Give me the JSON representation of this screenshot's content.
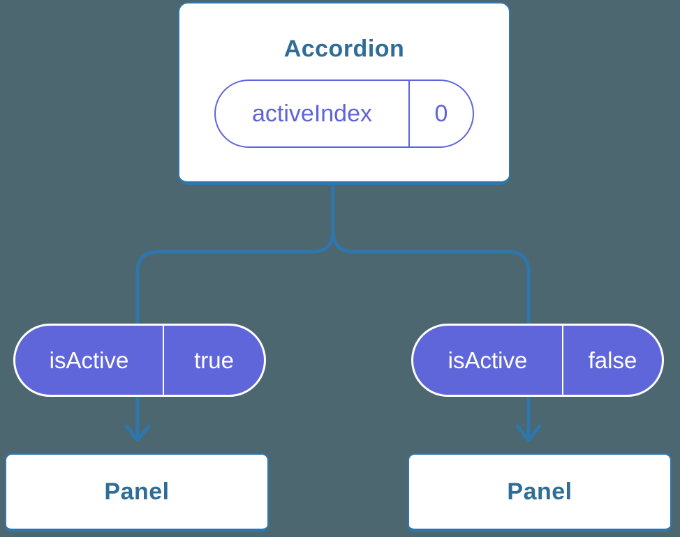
{
  "colors": {
    "background": "#4d6771",
    "line-blue": "#2e77ac",
    "text-blue": "#2f6d96",
    "pill-purple": "#5f66d9",
    "outline-purple": "#5e64da",
    "surface": "#ffffff"
  },
  "tree": {
    "root": {
      "title": "Accordion",
      "state": {
        "name": "activeIndex",
        "value": "0"
      }
    },
    "children": [
      {
        "title": "Panel",
        "prop": {
          "name": "isActive",
          "value": "true"
        }
      },
      {
        "title": "Panel",
        "prop": {
          "name": "isActive",
          "value": "false"
        }
      }
    ]
  }
}
